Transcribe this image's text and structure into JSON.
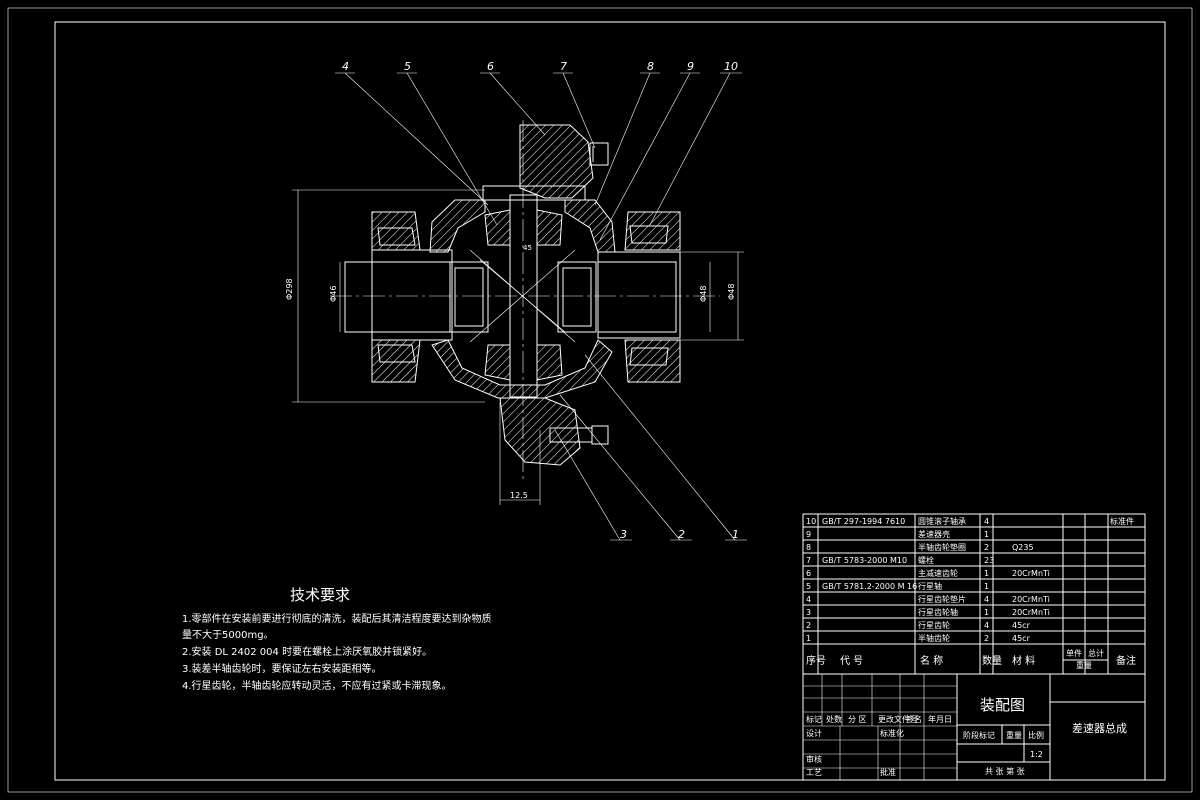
{
  "balloons": [
    "4",
    "5",
    "6",
    "7",
    "8",
    "9",
    "10",
    "3",
    "2",
    "1"
  ],
  "dimensions": {
    "overall_dia": "Φ298",
    "bore_left": "Φ46",
    "bore_right": "Φ48",
    "shaft_x": "12.5",
    "small": "45"
  },
  "tech_req": {
    "title": "技术要求",
    "lines": [
      "1.零部件在安装前要进行彻底的清洗，装配后其清洁程度要达到杂物质",
      "   量不大于5000mg。",
      "2.安装 DL 2402 004 时要在螺栓上涂厌氧胶并锁紧好。",
      "3.装差半轴齿轮时，要保证左右安装距相等。",
      "4.行星齿轮，半轴齿轮应转动灵活，不应有过紧或卡滞现象。"
    ]
  },
  "bom": {
    "rows": [
      {
        "no": "10",
        "code": "GB/T 297-1994 7610",
        "name": "圆锥滚子轴承",
        "qty": "4",
        "mat": "",
        "note": "标准件"
      },
      {
        "no": "9",
        "code": "",
        "name": "差速器壳",
        "qty": "1",
        "mat": "",
        "note": ""
      },
      {
        "no": "8",
        "code": "",
        "name": "半轴齿轮垫圈",
        "qty": "2",
        "mat": "Q235",
        "note": ""
      },
      {
        "no": "7",
        "code": "GB/T 5783-2000 M10",
        "name": "螺栓",
        "qty": "23",
        "mat": "",
        "note": ""
      },
      {
        "no": "6",
        "code": "",
        "name": "主减速齿轮",
        "qty": "1",
        "mat": "20CrMnTi",
        "note": ""
      },
      {
        "no": "5",
        "code": "GB/T 5781.2-2000 M 16",
        "name": "行星轴",
        "qty": "1",
        "mat": "",
        "note": ""
      },
      {
        "no": "4",
        "code": "",
        "name": "行星齿轮垫片",
        "qty": "4",
        "mat": "20CrMnTi",
        "note": ""
      },
      {
        "no": "3",
        "code": "",
        "name": "行星齿轮轴",
        "qty": "1",
        "mat": "20CrMnTi",
        "note": ""
      },
      {
        "no": "2",
        "code": "",
        "name": "行星齿轮",
        "qty": "4",
        "mat": "45cr",
        "note": ""
      },
      {
        "no": "1",
        "code": "",
        "name": "半轴齿轮",
        "qty": "2",
        "mat": "45cr",
        "note": ""
      }
    ],
    "header": {
      "no": "序号",
      "code": "代  号",
      "name": "名  称",
      "qty": "数量",
      "mat": "材  料",
      "unit": "单件",
      "total": "总计",
      "weight": "重量",
      "note": "备注"
    }
  },
  "title_block": {
    "drawing_type": "装配图",
    "drawing_name": "差速器总成",
    "scale_label": "比例",
    "scale": "1:2",
    "weight_label": "重量",
    "stage_label": "阶段标记",
    "sheets": "共  张  第  张",
    "row_labels": [
      "标记",
      "处数",
      "分 区",
      "更改文件号",
      "签名",
      "年月日"
    ],
    "roles": [
      "设计",
      "标准化",
      "审核",
      "工艺",
      "批准"
    ]
  }
}
